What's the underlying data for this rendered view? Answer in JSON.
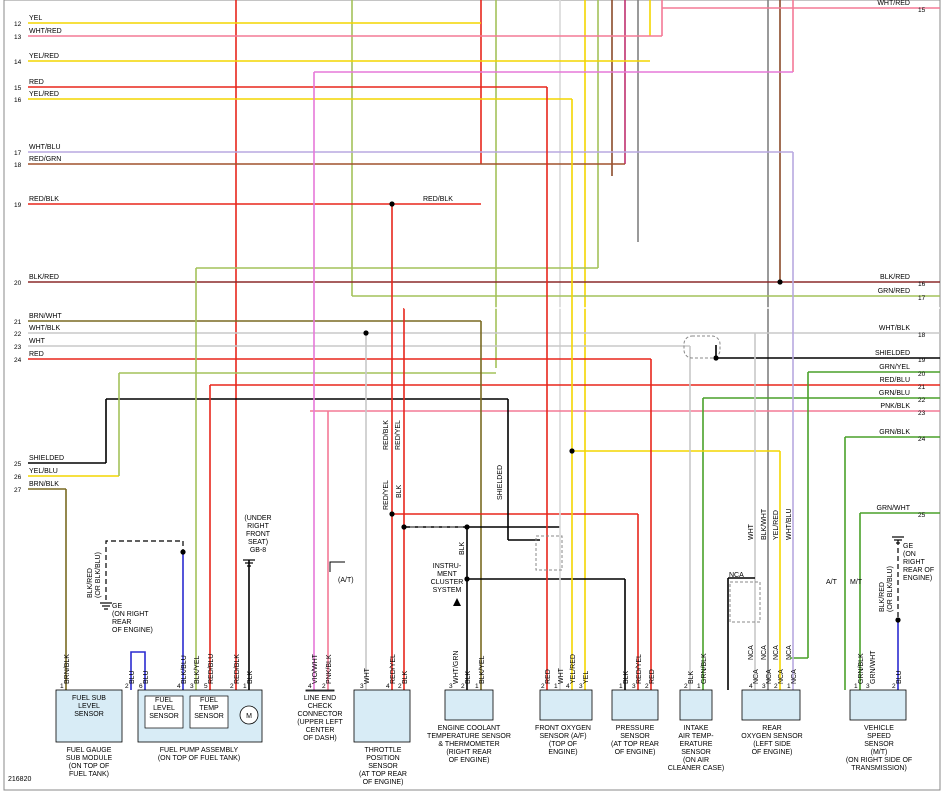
{
  "figure_id": "216820",
  "colors": {
    "yel": "#f4d600",
    "red": "#e8261c",
    "pnk": "#f47a96",
    "wht": "#c8c8c8",
    "blk": "#000000",
    "grn": "#4aa12a",
    "blu": "#2b2bd0",
    "brn": "#5a4a16",
    "vio": "#d46ee0",
    "lightgrn": "#a4c25a",
    "gray": "#808080",
    "lav": "#b8a8e0"
  },
  "left_wires": [
    {
      "pin": "12",
      "label": "YEL"
    },
    {
      "pin": "13",
      "label": "WHT/RED"
    },
    {
      "pin": "14",
      "label": "YEL/RED"
    },
    {
      "pin": "15",
      "label": "RED"
    },
    {
      "pin": "16",
      "label": "YEL/RED"
    },
    {
      "pin": "17",
      "label": "WHT/BLU"
    },
    {
      "pin": "18",
      "label": "RED/GRN"
    },
    {
      "pin": "19",
      "label": "RED/BLK"
    },
    {
      "pin": "20",
      "label": "BLK/RED"
    },
    {
      "pin": "21",
      "label": "BRN/WHT"
    },
    {
      "pin": "22",
      "label": "WHT/BLK"
    },
    {
      "pin": "23",
      "label": "WHT"
    },
    {
      "pin": "24",
      "label": "RED"
    },
    {
      "pin": "25",
      "label": "SHIELDED"
    },
    {
      "pin": "26",
      "label": "YEL/BLU"
    },
    {
      "pin": "27",
      "label": "BRN/BLK"
    }
  ],
  "right_wires": [
    {
      "pin": "15",
      "label": "WHT/RED"
    },
    {
      "pin": "16",
      "label": "BLK/RED"
    },
    {
      "pin": "17",
      "label": "GRN/RED"
    },
    {
      "pin": "18",
      "label": "WHT/BLK"
    },
    {
      "pin": "19",
      "label": "SHIELDED"
    },
    {
      "pin": "20",
      "label": "GRN/YEL"
    },
    {
      "pin": "21",
      "label": "RED/BLU"
    },
    {
      "pin": "22",
      "label": "GRN/BLU"
    },
    {
      "pin": "23",
      "label": "PNK/BLK"
    },
    {
      "pin": "24",
      "label": "GRN/BLK"
    },
    {
      "pin": "25",
      "label": "GRN/WHT"
    }
  ],
  "mid_labels": {
    "red_blk_mid": "RED/BLK",
    "red_blk_v": "RED/BLK",
    "red_yel_v": "RED/YEL",
    "red_yel_v2": "RED/YEL",
    "blk_v": "BLK",
    "shielded_v": "SHIELDED",
    "instrument_cluster": "INSTRU-\nMENT\nCLUSTER\nSYSTEM",
    "blk_cluster": "BLK",
    "at_label": "(A/T)",
    "under_seat": "(UNDER\nRIGHT\nFRONT\nSEAT)\nGB-8",
    "ge_on_right": "GE\n(ON RIGHT\nREAR\nOF ENGINE)",
    "ge_right_rear": "GE\n(ON\nRIGHT\nREAR OF\nENGINE)",
    "blk_red_dashed": "BLK/RED\n(OR BLK/BLU)",
    "blk_red_dashed2": "BLK/RED\n(OR BLK/BLU)",
    "nca": "NCA",
    "at": "A/T",
    "mt": "M/T"
  },
  "components": [
    {
      "id": "fuel-gauge",
      "box_text": "FUEL SUB\nLEVEL\nSENSOR",
      "caption": "FUEL GAUGE\nSUB MODULE\n(ON TOP OF\nFUEL TANK)",
      "pins": [
        {
          "n": "1",
          "wire": "BRN/BLK"
        },
        {
          "n": "2",
          "wire": "BLU"
        }
      ]
    },
    {
      "id": "fuel-pump",
      "box_text": "FUEL\nLEVEL\nSENSOR",
      "box_text2": "FUEL\nTEMP\nSENSOR",
      "motor": "M",
      "caption": "FUEL PUMP ASSEMBLY\n(ON TOP OF FUEL TANK)",
      "pins": [
        {
          "n": "6",
          "wire": "BLU"
        },
        {
          "n": "4",
          "wire": "BLK/BLU"
        },
        {
          "n": "3",
          "wire": "BLK/YEL"
        },
        {
          "n": "5",
          "wire": "RED/BLU"
        },
        {
          "n": "2",
          "wire": "RED/BLK"
        },
        {
          "n": "1",
          "wire": "BLK"
        }
      ]
    },
    {
      "id": "line-end",
      "caption": "LINE END\nCHECK\nCONNECTOR\n(UPPER LEFT\nCENTER\nOF DASH)",
      "pins": [
        {
          "n": "4",
          "wire": "VIO/WHT"
        },
        {
          "n": "2",
          "wire": "PNK/BLK"
        }
      ]
    },
    {
      "id": "throttle",
      "caption": "THROTTLE\nPOSITION\nSENSOR\n(AT TOP REAR\nOF ENGINE)",
      "pins": [
        {
          "n": "3",
          "wire": "WHT"
        },
        {
          "n": "4",
          "wire": "RED/YEL"
        },
        {
          "n": "2",
          "wire": "BLK"
        }
      ]
    },
    {
      "id": "coolant",
      "caption": "ENGINE COOLANT\nTEMPERATURE SENSOR\n& THERMOMETER\n(RIGHT REAR\nOF ENGINE)",
      "pins": [
        {
          "n": "3",
          "wire": "WHT/GRN"
        },
        {
          "n": "2",
          "wire": "BLK"
        },
        {
          "n": "1",
          "wire": "BLK/YEL"
        }
      ]
    },
    {
      "id": "front-o2",
      "caption": "FRONT OXYGEN\nSENSOR (A/F)\n(TOP OF\nENGINE)",
      "pins": [
        {
          "n": "2",
          "wire": "RED"
        },
        {
          "n": "1",
          "wire": "WHT"
        },
        {
          "n": "4",
          "wire": "YEL/RED"
        },
        {
          "n": "3",
          "wire": "YEL"
        }
      ]
    },
    {
      "id": "pressure",
      "caption": "PRESSURE\nSENSOR\n(AT TOP REAR\nOF ENGINE)",
      "pins": [
        {
          "n": "1",
          "wire": "BLK"
        },
        {
          "n": "3",
          "wire": "RED/YEL"
        },
        {
          "n": "2",
          "wire": "RED"
        }
      ]
    },
    {
      "id": "intake-air",
      "caption": "INTAKE\nAIR TEMP-\nERATURE\nSENSOR\n(ON AIR\nCLEANER CASE)",
      "pins": [
        {
          "n": "2",
          "wire": "BLK"
        },
        {
          "n": "1",
          "wire": "GRN/BLK"
        }
      ]
    },
    {
      "id": "rear-o2",
      "caption": "REAR\nOXYGEN SENSOR\n(LEFT SIDE\nOF ENGINE)",
      "pins": [
        {
          "n": "4",
          "wire": "NCA"
        },
        {
          "n": "3",
          "wire": "NCA"
        },
        {
          "n": "2",
          "wire": "NCA"
        },
        {
          "n": "1",
          "wire": "NCA"
        }
      ],
      "top_wires": [
        "WHT",
        "BLK/WHT",
        "YEL/RED",
        "WHT/BLU"
      ],
      "nca_top": [
        "NCA",
        "NCA",
        "NCA",
        "NCA"
      ]
    },
    {
      "id": "vss",
      "caption": "VEHICLE\nSPEED\nSENSOR\n(M/T)\n(ON RIGHT SIDE OF\nTRANSMISSION)",
      "pins": [
        {
          "n": "1",
          "wire": "GRN/BLK"
        },
        {
          "n": "3",
          "wire": "GRN/WHT"
        },
        {
          "n": "2",
          "wire": "BLU"
        }
      ]
    }
  ]
}
